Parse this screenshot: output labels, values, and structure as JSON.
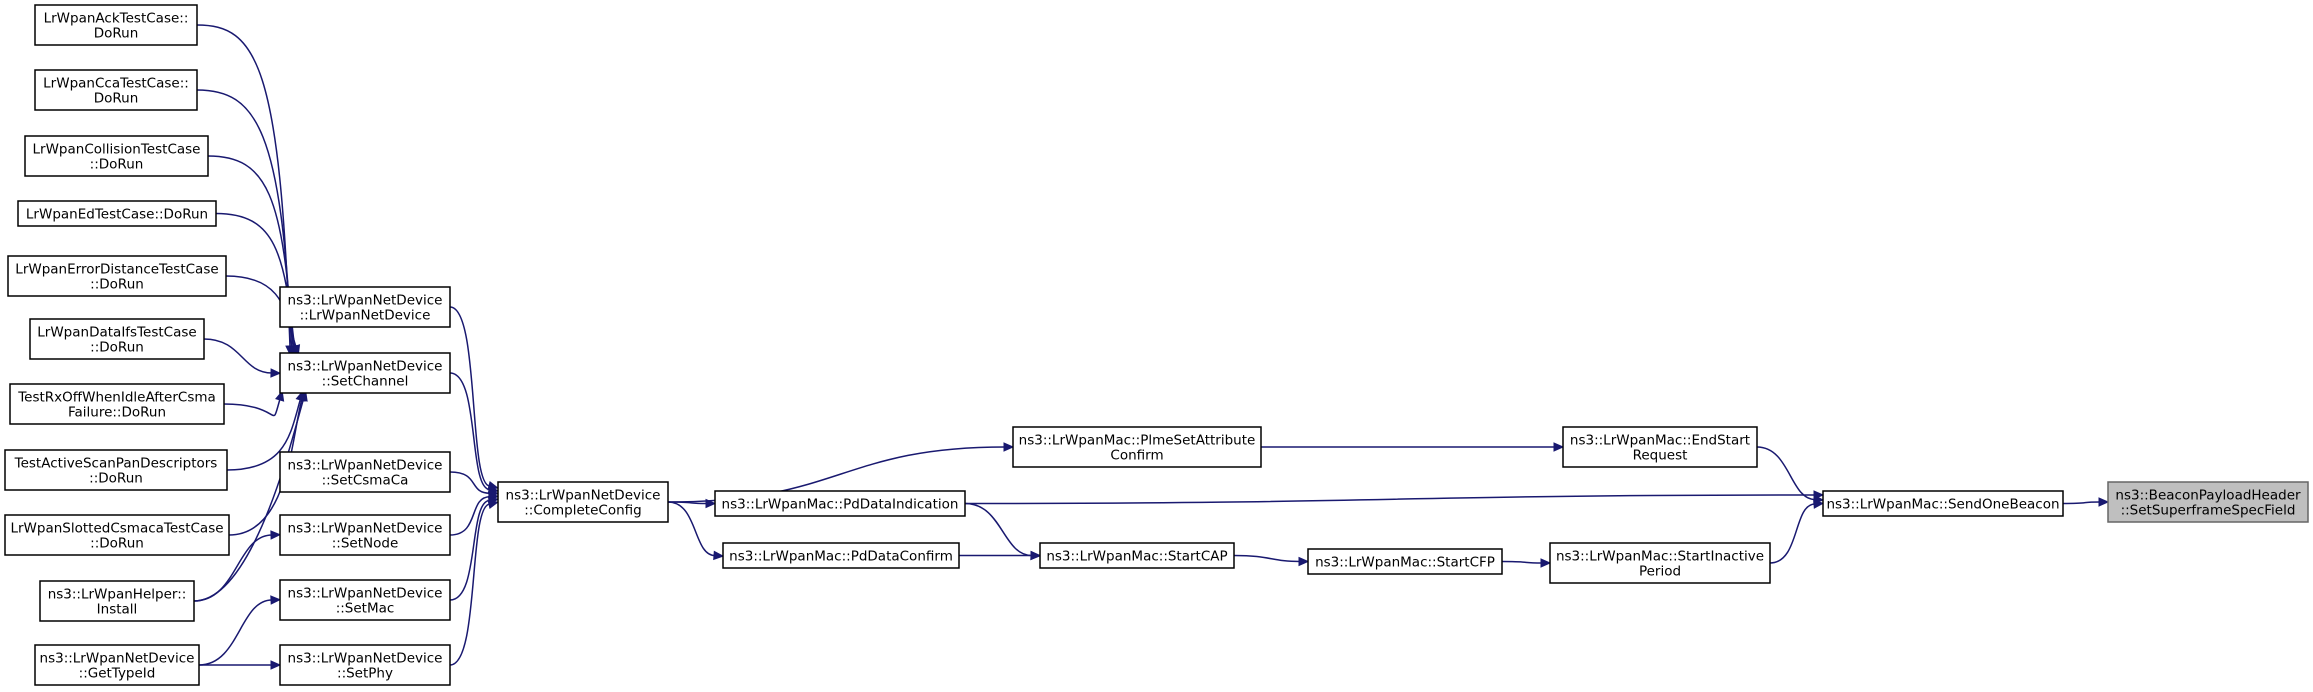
{
  "colors": {
    "edge": "#191970",
    "node_border": "#000000",
    "node_fill": "#ffffff",
    "highlight_fill": "#bfbfbf"
  },
  "nodes": [
    {
      "id": "ack",
      "name": "node-lrwpan-ack-testcase-dorun",
      "lines": [
        "LrWpanAckTestCase::",
        "DoRun"
      ]
    },
    {
      "id": "cca",
      "name": "node-lrwpan-cca-testcase-dorun",
      "lines": [
        "LrWpanCcaTestCase::",
        "DoRun"
      ]
    },
    {
      "id": "coll",
      "name": "node-lrwpan-collision-testcase-dorun",
      "lines": [
        "LrWpanCollisionTestCase",
        "::DoRun"
      ]
    },
    {
      "id": "ed",
      "name": "node-lrwpan-ed-testcase-dorun",
      "lines": [
        "LrWpanEdTestCase::DoRun"
      ]
    },
    {
      "id": "errdist",
      "name": "node-lrwpan-error-distance-testcase-dorun",
      "lines": [
        "LrWpanErrorDistanceTestCase",
        "::DoRun"
      ]
    },
    {
      "id": "dataifs",
      "name": "node-lrwpan-dataifs-testcase-dorun",
      "lines": [
        "LrWpanDataIfsTestCase",
        "::DoRun"
      ]
    },
    {
      "id": "rxoff",
      "name": "node-test-rxoff-when-idle-dorun",
      "lines": [
        "TestRxOffWhenIdleAfterCsma",
        "Failure::DoRun"
      ]
    },
    {
      "id": "activescan",
      "name": "node-test-active-scan-dorun",
      "lines": [
        "TestActiveScanPanDescriptors",
        "::DoRun"
      ]
    },
    {
      "id": "slotted",
      "name": "node-lrwpan-slotted-csmaca-dorun",
      "lines": [
        "LrWpanSlottedCsmacaTestCase",
        "::DoRun"
      ]
    },
    {
      "id": "helper",
      "name": "node-lrwpan-helper-install",
      "lines": [
        "ns3::LrWpanHelper::",
        "Install"
      ]
    },
    {
      "id": "gettypeid",
      "name": "node-netdevice-gettypeid",
      "lines": [
        "ns3::LrWpanNetDevice",
        "::GetTypeId"
      ]
    },
    {
      "id": "ctor",
      "name": "node-netdevice-constructor",
      "lines": [
        "ns3::LrWpanNetDevice",
        "::LrWpanNetDevice"
      ]
    },
    {
      "id": "setchannel",
      "name": "node-netdevice-setchannel",
      "lines": [
        "ns3::LrWpanNetDevice",
        "::SetChannel"
      ]
    },
    {
      "id": "setcsmaca",
      "name": "node-netdevice-setcsmaca",
      "lines": [
        "ns3::LrWpanNetDevice",
        "::SetCsmaCa"
      ]
    },
    {
      "id": "setnode",
      "name": "node-netdevice-setnode",
      "lines": [
        "ns3::LrWpanNetDevice",
        "::SetNode"
      ]
    },
    {
      "id": "setmac",
      "name": "node-netdevice-setmac",
      "lines": [
        "ns3::LrWpanNetDevice",
        "::SetMac"
      ]
    },
    {
      "id": "setphy",
      "name": "node-netdevice-setphy",
      "lines": [
        "ns3::LrWpanNetDevice",
        "::SetPhy"
      ]
    },
    {
      "id": "complete",
      "name": "node-netdevice-completeconfig",
      "lines": [
        "ns3::LrWpanNetDevice",
        "::CompleteConfig"
      ]
    },
    {
      "id": "plme",
      "name": "node-mac-plmesetattributeconfirm",
      "lines": [
        "ns3::LrWpanMac::PlmeSetAttribute",
        "Confirm"
      ]
    },
    {
      "id": "pdind",
      "name": "node-mac-pddataindication",
      "lines": [
        "ns3::LrWpanMac::PdDataIndication"
      ]
    },
    {
      "id": "pdconf",
      "name": "node-mac-pddataconfirm",
      "lines": [
        "ns3::LrWpanMac::PdDataConfirm"
      ]
    },
    {
      "id": "startcap",
      "name": "node-mac-startcap",
      "lines": [
        "ns3::LrWpanMac::StartCAP"
      ]
    },
    {
      "id": "startcfp",
      "name": "node-mac-startcfp",
      "lines": [
        "ns3::LrWpanMac::StartCFP"
      ]
    },
    {
      "id": "endstart",
      "name": "node-mac-endstartrequest",
      "lines": [
        "ns3::LrWpanMac::EndStart",
        "Request"
      ]
    },
    {
      "id": "inactive",
      "name": "node-mac-startinactiveperiod",
      "lines": [
        "ns3::LrWpanMac::StartInactive",
        "Period"
      ]
    },
    {
      "id": "sendbeacon",
      "name": "node-mac-sendonebeacon",
      "lines": [
        "ns3::LrWpanMac::SendOneBeacon"
      ]
    },
    {
      "id": "target",
      "name": "node-beacon-setsuperframespecfield",
      "lines": [
        "ns3::BeaconPayloadHeader",
        "::SetSuperframeSpecField"
      ],
      "highlight": true
    }
  ],
  "edges": [
    {
      "from": "ack",
      "to": "setchannel"
    },
    {
      "from": "cca",
      "to": "setchannel"
    },
    {
      "from": "coll",
      "to": "setchannel"
    },
    {
      "from": "ed",
      "to": "setchannel"
    },
    {
      "from": "errdist",
      "to": "setchannel"
    },
    {
      "from": "dataifs",
      "to": "setchannel"
    },
    {
      "from": "rxoff",
      "to": "setchannel"
    },
    {
      "from": "activescan",
      "to": "setchannel"
    },
    {
      "from": "slotted",
      "to": "setchannel"
    },
    {
      "from": "helper",
      "to": "setchannel"
    },
    {
      "from": "helper",
      "to": "setnode"
    },
    {
      "from": "gettypeid",
      "to": "setmac"
    },
    {
      "from": "gettypeid",
      "to": "setphy"
    },
    {
      "from": "ctor",
      "to": "complete"
    },
    {
      "from": "setchannel",
      "to": "complete"
    },
    {
      "from": "setcsmaca",
      "to": "complete"
    },
    {
      "from": "setnode",
      "to": "complete"
    },
    {
      "from": "setmac",
      "to": "complete"
    },
    {
      "from": "setphy",
      "to": "complete"
    },
    {
      "from": "complete",
      "to": "plme"
    },
    {
      "from": "complete",
      "to": "pdind"
    },
    {
      "from": "complete",
      "to": "pdconf"
    },
    {
      "from": "plme",
      "to": "endstart"
    },
    {
      "from": "pdind",
      "to": "startcap"
    },
    {
      "from": "pdind",
      "to": "sendbeacon"
    },
    {
      "from": "pdconf",
      "to": "startcap"
    },
    {
      "from": "startcap",
      "to": "startcfp"
    },
    {
      "from": "startcfp",
      "to": "inactive"
    },
    {
      "from": "endstart",
      "to": "sendbeacon"
    },
    {
      "from": "inactive",
      "to": "sendbeacon"
    },
    {
      "from": "sendbeacon",
      "to": "target"
    }
  ]
}
